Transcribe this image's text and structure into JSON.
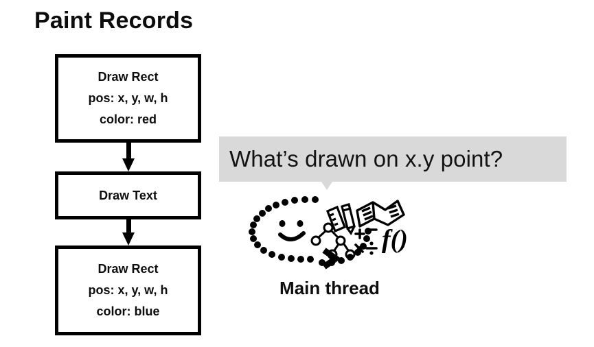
{
  "title": "Paint Records",
  "records": [
    {
      "name": "draw-rect-red",
      "lines": [
        "Draw Rect",
        "pos: x, y, w, h",
        "color: red"
      ]
    },
    {
      "name": "draw-text",
      "lines": [
        "Draw Text"
      ]
    },
    {
      "name": "draw-rect-blue",
      "lines": [
        "Draw Rect",
        "pos: x, y, w, h",
        "color: blue"
      ]
    }
  ],
  "arrows": [
    {
      "name": "flow-arrow-1"
    },
    {
      "name": "flow-arrow-2"
    }
  ],
  "speech_bubble": {
    "text": "What’s drawn on x.y point?",
    "background": "#d9d9d9",
    "text_color": "#131313"
  },
  "thread": {
    "label": "Main thread",
    "icons": [
      "smiley-face-icon",
      "ruler-icon",
      "pencil-icon",
      "open-book-icon",
      "node-tree-icon",
      "math-symbols-icon",
      "function-notation-icon",
      "chevron-arrow-icon"
    ],
    "function_notation": "f()"
  },
  "colors": {
    "ink": "#000000",
    "page_background": "#ffffff",
    "bubble_gray": "#d9d9d9"
  }
}
